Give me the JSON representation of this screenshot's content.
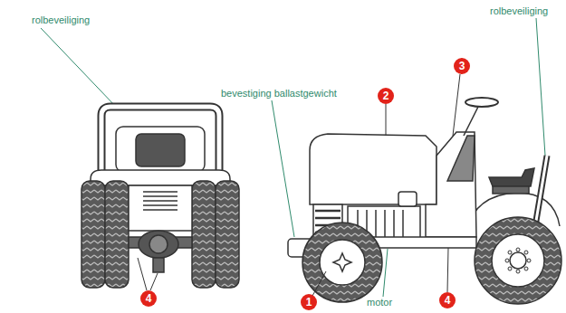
{
  "diagram": {
    "labels": [
      "rolbeveiliging",
      "rolbeveiliging",
      "bevestiging ballastgewicht",
      "2",
      "3",
      "4",
      "1",
      "motor",
      "4"
    ]
  }
}
